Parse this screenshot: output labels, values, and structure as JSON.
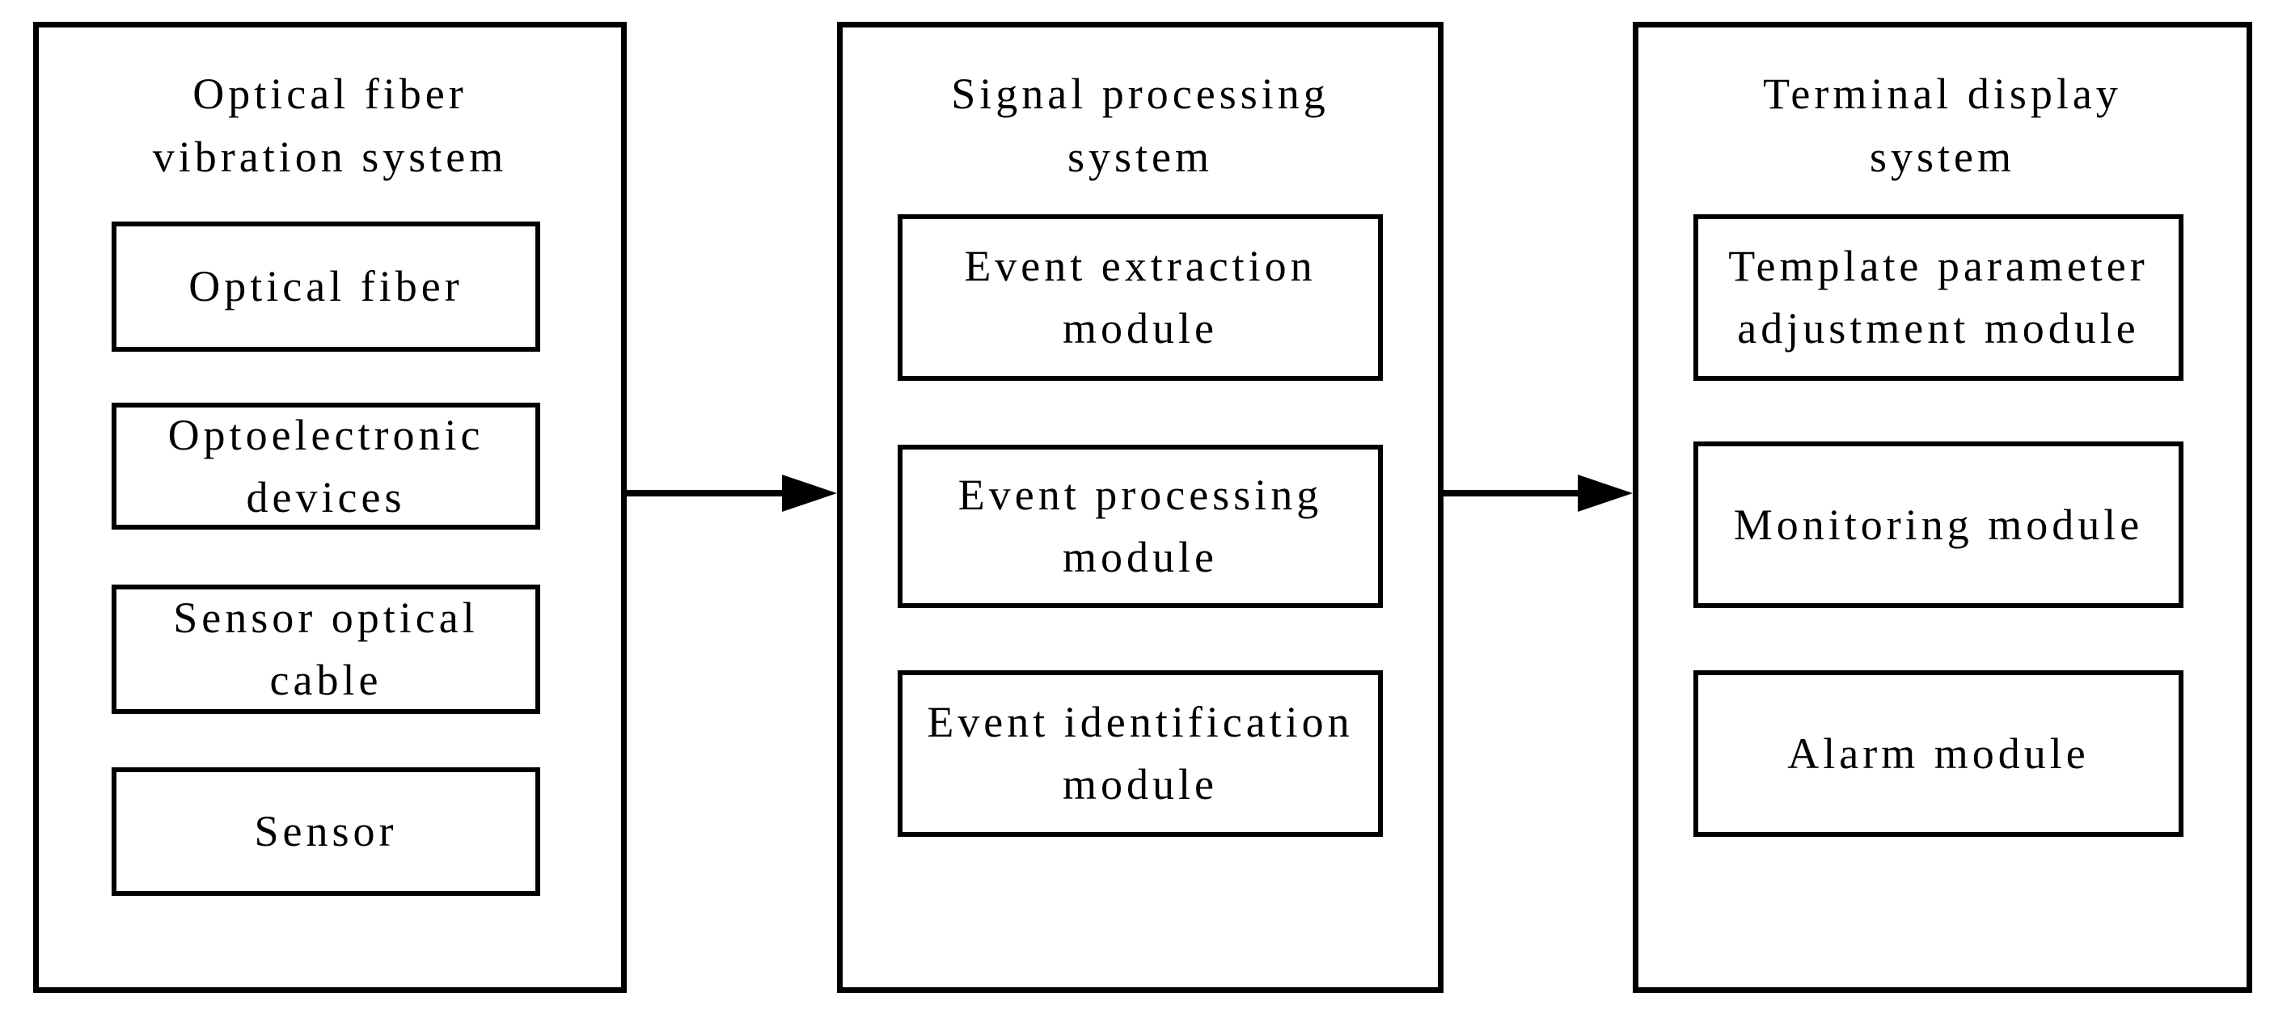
{
  "diagram": {
    "background_color": "#ffffff",
    "line_color": "#000000",
    "columns": [
      {
        "id": "optical-fiber-vibration-system",
        "title": "Optical fiber\nvibration system",
        "modules": [
          "Optical fiber",
          "Optoelectronic\ndevices",
          "Sensor optical\ncable",
          "Sensor"
        ]
      },
      {
        "id": "signal-processing-system",
        "title": "Signal processing\nsystem",
        "modules": [
          "Event extraction\nmodule",
          "Event processing\nmodule",
          "Event identification\nmodule"
        ]
      },
      {
        "id": "terminal-display-system",
        "title": "Terminal display\nsystem",
        "modules": [
          "Template parameter\nadjustment module",
          "Monitoring module",
          "Alarm module"
        ]
      }
    ],
    "arrows": [
      {
        "from": "optical-fiber-vibration-system",
        "to": "signal-processing-system",
        "direction": "right"
      },
      {
        "from": "signal-processing-system",
        "to": "terminal-display-system",
        "direction": "right"
      }
    ]
  }
}
